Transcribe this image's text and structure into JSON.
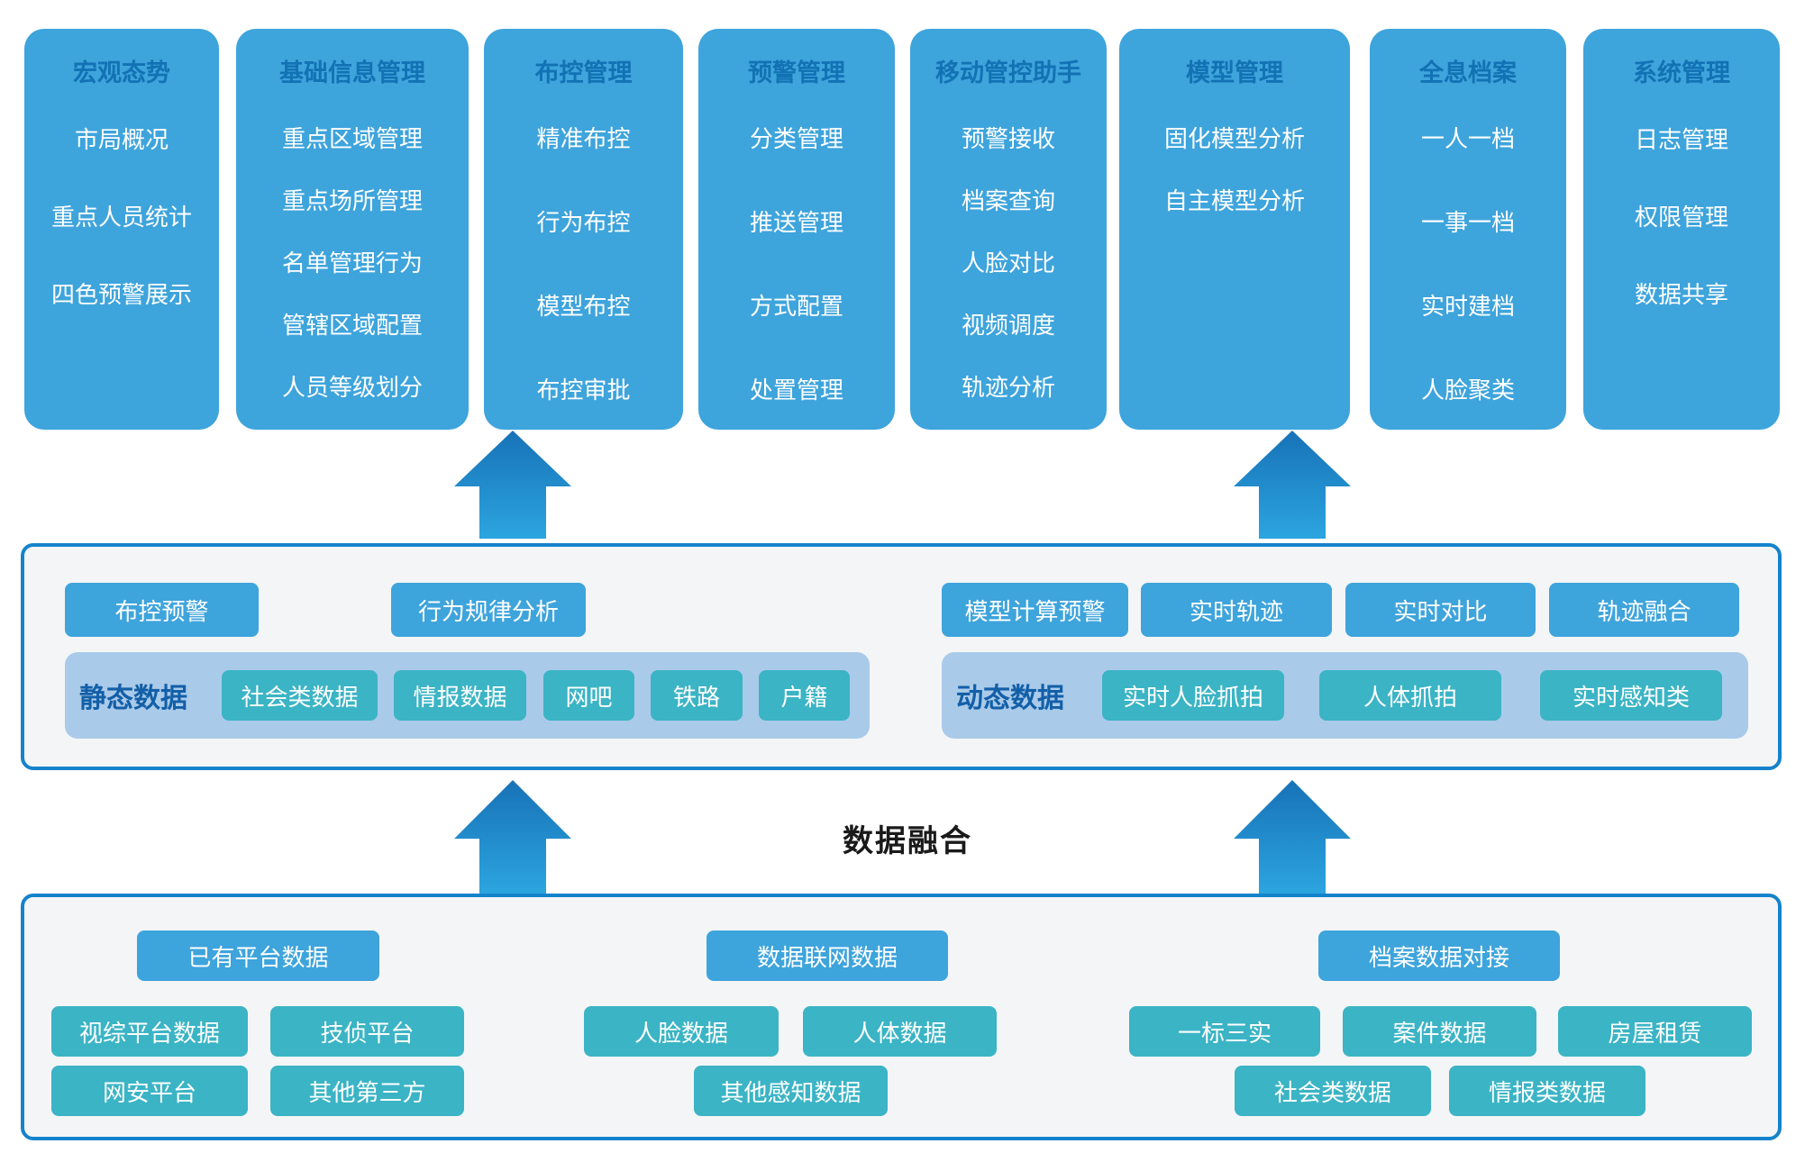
{
  "colors": {
    "module_blue": "#3EA4DC",
    "teal_chip": "#3BB4C5",
    "module_title_text": "#1272B4",
    "panel_border": "#1583CB",
    "panel_bg": "#F4F5F7",
    "subpanel_bg": "#A9CAE9",
    "group_label_text": "#135FA8",
    "fusion_text": "#1A1A1A",
    "arrow_gradient_top": "#1772B7",
    "arrow_gradient_bottom": "#2CA5DF"
  },
  "modules": [
    {
      "name": "宏观态势",
      "items": [
        "市局概况",
        "重点人员统计",
        "四色预警展示"
      ]
    },
    {
      "name": "基础信息管理",
      "items": [
        "重点区域管理",
        "重点场所管理",
        "名单管理行为",
        "管辖区域配置",
        "人员等级划分"
      ]
    },
    {
      "name": "布控管理",
      "items": [
        "精准布控",
        "行为布控",
        "模型布控",
        "布控审批"
      ]
    },
    {
      "name": "预警管理",
      "items": [
        "分类管理",
        "推送管理",
        "方式配置",
        "处置管理"
      ]
    },
    {
      "name": "移动管控助手",
      "items": [
        "预警接收",
        "档案查询",
        "人脸对比",
        "视频调度",
        "轨迹分析"
      ]
    },
    {
      "name": "模型管理",
      "items": [
        "固化模型分析",
        "自主模型分析"
      ]
    },
    {
      "name": "全息档案",
      "items": [
        "一人一档",
        "一事一档",
        "实时建档",
        "人脸聚类"
      ]
    },
    {
      "name": "系统管理",
      "items": [
        "日志管理",
        "权限管理",
        "数据共享"
      ]
    }
  ],
  "middle_layer": {
    "left_buttons": [
      "布控预警",
      "行为规律分析"
    ],
    "static_group": {
      "label": "静态数据",
      "items": [
        "社会类数据",
        "情报数据",
        "网吧",
        "铁路",
        "户籍"
      ]
    },
    "right_buttons": [
      "模型计算预警",
      "实时轨迹",
      "实时对比",
      "轨迹融合"
    ],
    "dynamic_group": {
      "label": "动态数据",
      "items": [
        "实时人脸抓拍",
        "人体抓拍",
        "实时感知类"
      ]
    }
  },
  "fusion_label": "数据融合",
  "bottom_layer": {
    "groups": [
      {
        "title": "已有平台数据",
        "rows": [
          [
            "视综平台数据",
            "技侦平台"
          ],
          [
            "网安平台",
            "其他第三方"
          ]
        ]
      },
      {
        "title": "数据联网数据",
        "rows": [
          [
            "人脸数据",
            "人体数据"
          ],
          [
            "其他感知数据"
          ]
        ]
      },
      {
        "title": "档案数据对接",
        "rows": [
          [
            "一标三实",
            "案件数据",
            "房屋租赁"
          ],
          [
            "社会类数据",
            "情报类数据"
          ]
        ]
      }
    ]
  }
}
